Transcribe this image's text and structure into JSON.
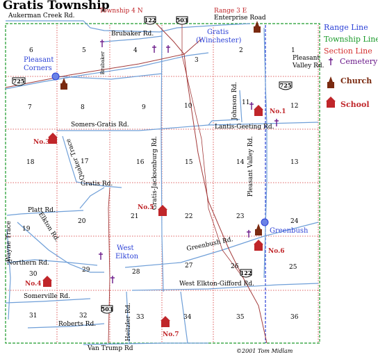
{
  "title": "Gratis Township",
  "header": {
    "township_label": "Township 4 N",
    "range_label": "Range 3 E",
    "enterprise_road": "Enterprise Road"
  },
  "legend": {
    "range_line": "Range Line",
    "township_line": "Township Line",
    "section_line": "Section Line",
    "cemetery": "Cemetery",
    "church": "Church",
    "school": "School",
    "colors": {
      "range": "#2a3fd6",
      "township": "#1a9a2a",
      "section": "#d43030",
      "road": "#6f9fd8",
      "rail": "#a33a3a"
    }
  },
  "places": {
    "gratis": "Gratis",
    "gratis_alt": "(Winchester)",
    "pleasant": "Pleasant",
    "corners": "Corners",
    "greenbush": "Greenbush",
    "west": "West",
    "elkton": "Elkton"
  },
  "roads": {
    "aukerman": "Aukerman Creek Rd.",
    "brubaker": "Brubaker Rd.",
    "brubaker_v": "Brubaker",
    "pleasant_valley_1": "Pleasant",
    "pleasant_valley_2": "Valley Rd.",
    "johnson": "Johnson Rd.",
    "somers_gratis": "Somers-Gratis Rd.",
    "lantis_geeting": "Lantis-Geeting Rd.",
    "quaker_trace": "Quaker Trace",
    "gratis_jacksonburg": "Gratis-Jacksonburg Rd.",
    "pleasant_valley_v": "Pleasant Valley Rd.",
    "gratis_rd": "Gratis Rd.",
    "platt": "Platt Rd.",
    "elkton": "Elkton Rd.",
    "wayne_trace": "Wayne Trace",
    "northern": "Northern Rd.",
    "greenbush_rd": "Greenbush Rd.",
    "west_elkton_gifford": "West Elkton-Gifford Rd.",
    "somerville": "Somerville Rd.",
    "roberts": "Roberts Rd.",
    "heitzler": "Heitzler Rd.",
    "van_trump": "Van Trump Rd"
  },
  "routes": {
    "r122": "122",
    "r503": "503",
    "r725": "725"
  },
  "sections": [
    "1",
    "2",
    "3",
    "4",
    "5",
    "6",
    "7",
    "8",
    "9",
    "10",
    "11",
    "12",
    "13",
    "14",
    "15",
    "16",
    "17",
    "18",
    "19",
    "20",
    "21",
    "22",
    "23",
    "24",
    "25",
    "26",
    "27",
    "28",
    "29",
    "30",
    "31",
    "32",
    "33",
    "34",
    "35",
    "36"
  ],
  "schools": {
    "no1": "No.1",
    "no3": "No.3",
    "no4": "No.4",
    "no5": "No.5",
    "no6": "No.6",
    "no7": "No.7"
  },
  "credit": "©2001 Tom Midlam"
}
